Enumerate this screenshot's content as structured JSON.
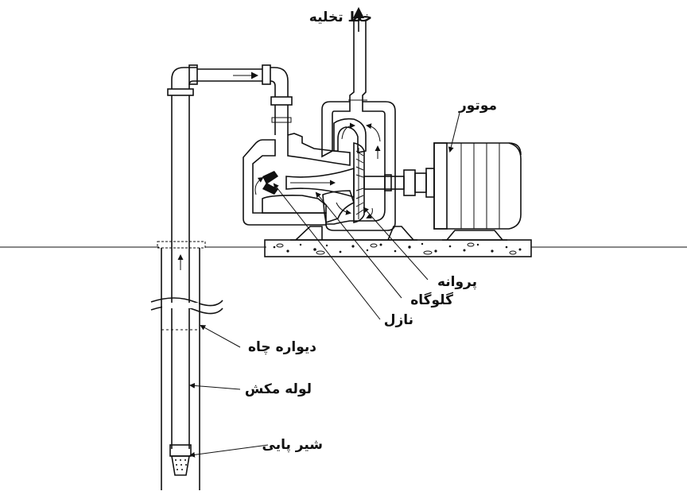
{
  "diagram": {
    "labels": {
      "discharge_line": "خط تخلیه",
      "motor": "موتور",
      "impeller": "پروانه",
      "throat": "گلوگاه",
      "nozzle": "نازل",
      "well_wall": "دیواره چاه",
      "suction_pipe": "لوله مکش",
      "foot_valve": "شیر پایی"
    },
    "colors": {
      "ink": "#111111",
      "hatch": "#222222",
      "paper": "#ffffff"
    }
  }
}
